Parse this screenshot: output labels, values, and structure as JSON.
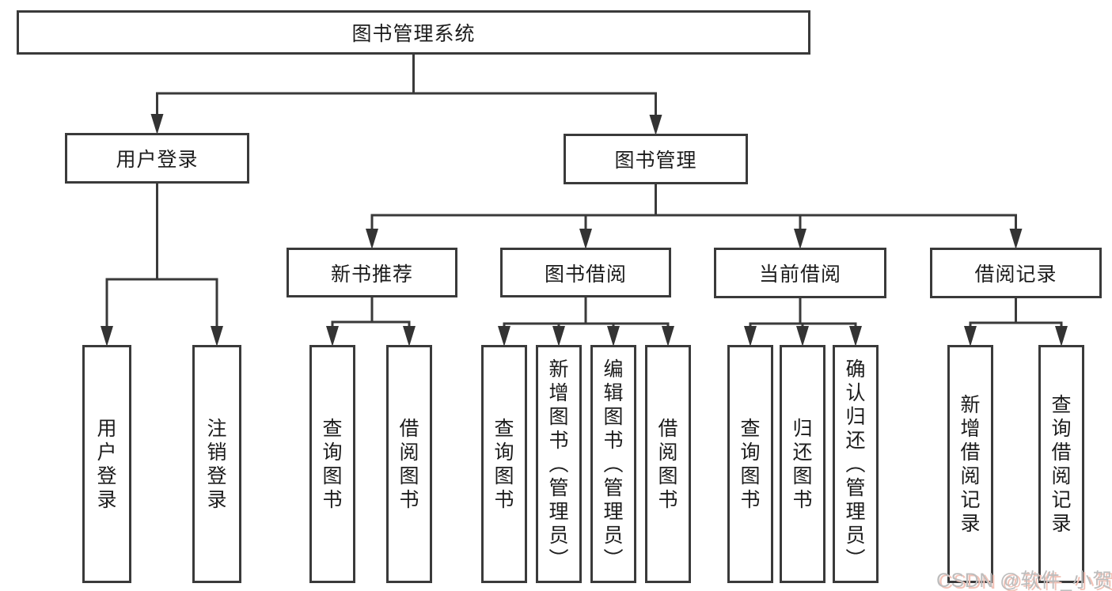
{
  "diagram_title": "图书管理系统",
  "watermark": "CSDN @软件_小贺同学",
  "colors": {
    "background": "#ffffff",
    "line": "#3a3a3a",
    "box_border": "#3a3a3a",
    "text": "#1c1c1c",
    "arrow_fill": "#333333",
    "watermark_gray": "#bdbdbd",
    "watermark_pink": "#f2c3b8"
  },
  "tree": {
    "id": "root",
    "label": "图书管理系统",
    "children": [
      {
        "id": "login",
        "label": "用户登录",
        "children": [
          {
            "id": "login-user",
            "label": "用户登录",
            "vertical": true
          },
          {
            "id": "login-logout",
            "label": "注销登录",
            "vertical": true
          }
        ]
      },
      {
        "id": "mgmt",
        "label": "图书管理",
        "children": [
          {
            "id": "rec",
            "label": "新书推荐",
            "children": [
              {
                "id": "rec-query",
                "label": "查询图书",
                "vertical": true
              },
              {
                "id": "rec-borrow",
                "label": "借阅图书",
                "vertical": true
              }
            ]
          },
          {
            "id": "borrow",
            "label": "图书借阅",
            "children": [
              {
                "id": "borrow-query",
                "label": "查询图书",
                "vertical": true
              },
              {
                "id": "borrow-add",
                "label": "新增图书（管理员）",
                "vertical": true
              },
              {
                "id": "borrow-edit",
                "label": "编辑图书（管理员）",
                "vertical": true
              },
              {
                "id": "borrow-borrow",
                "label": "借阅图书",
                "vertical": true
              }
            ]
          },
          {
            "id": "current",
            "label": "当前借阅",
            "children": [
              {
                "id": "current-query",
                "label": "查询图书",
                "vertical": true
              },
              {
                "id": "current-return",
                "label": "归还图书",
                "vertical": true
              },
              {
                "id": "current-confirm",
                "label": "确认归还（管理员）",
                "vertical": true
              }
            ]
          },
          {
            "id": "records",
            "label": "借阅记录",
            "children": [
              {
                "id": "records-add",
                "label": "新增借阅记录",
                "vertical": true
              },
              {
                "id": "records-query",
                "label": "查询借阅记录",
                "vertical": true
              }
            ]
          }
        ]
      }
    ]
  }
}
